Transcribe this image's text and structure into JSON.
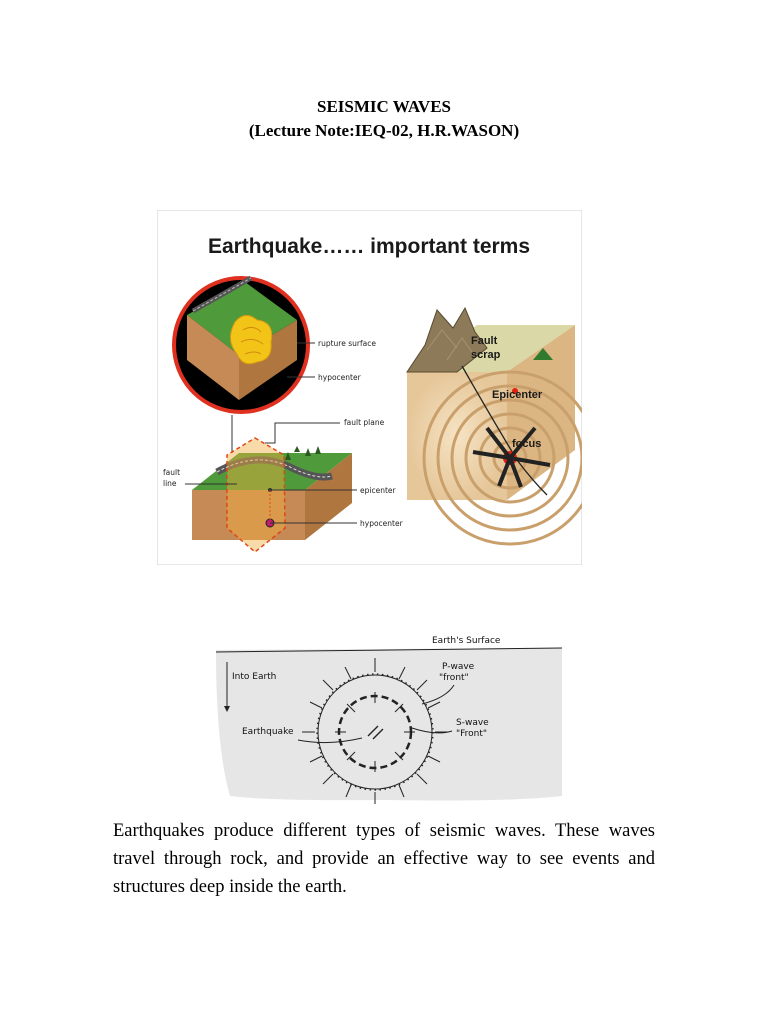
{
  "header": {
    "title": "SEISMIC WAVES",
    "subtitle": "(Lecture Note:IEQ-02, H.R.WASON)"
  },
  "figure1": {
    "heading": "Earthquake…… important terms",
    "labels": {
      "rupture_surface": "rupture surface",
      "hypocenter_top": "hypocenter",
      "fault_plane": "fault plane",
      "fault_line_1": "fault",
      "fault_line_2": "line",
      "epicenter_small": "epicenter",
      "hypocenter_bottom": "hypocenter",
      "fault_scrap_1": "Fault",
      "fault_scrap_2": "scrap",
      "epicenter_big": "Epicenter",
      "focus": "focus"
    }
  },
  "figure2": {
    "labels": {
      "earths_surface": "Earth's Surface",
      "into_earth": "Into Earth",
      "pwave_1": "P-wave",
      "pwave_2": "\"front\"",
      "swave_1": "S-wave",
      "swave_2": "\"Front\"",
      "earthquake": "Earthquake"
    }
  },
  "body": {
    "paragraph": "Earthquakes produce different types of seismic waves. These waves travel through rock, and provide an effective way to see events and structures deep inside the earth."
  }
}
